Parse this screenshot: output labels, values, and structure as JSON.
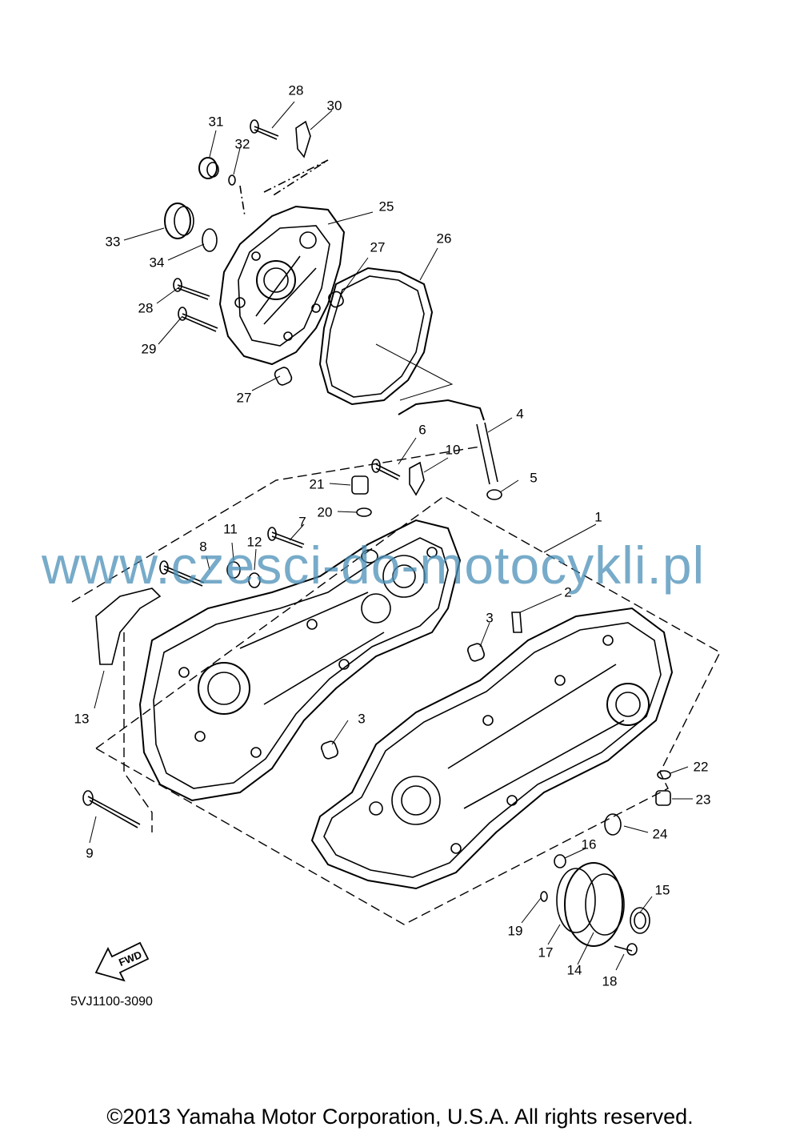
{
  "diagram": {
    "part_numbers": [
      "1",
      "2",
      "3",
      "3",
      "4",
      "5",
      "6",
      "7",
      "8",
      "9",
      "10",
      "11",
      "12",
      "13",
      "14",
      "15",
      "16",
      "17",
      "18",
      "19",
      "20",
      "21",
      "22",
      "23",
      "24",
      "25",
      "26",
      "27",
      "27",
      "28",
      "28",
      "29",
      "30",
      "31",
      "32",
      "33",
      "34"
    ],
    "diagram_code": "5VJ1100-3090",
    "forward_marker": "FWD",
    "watermark": "www.czesci-do-motocykli.pl",
    "copyright": "©2013 Yamaha Motor Corporation, U.S.A. All rights reserved."
  }
}
